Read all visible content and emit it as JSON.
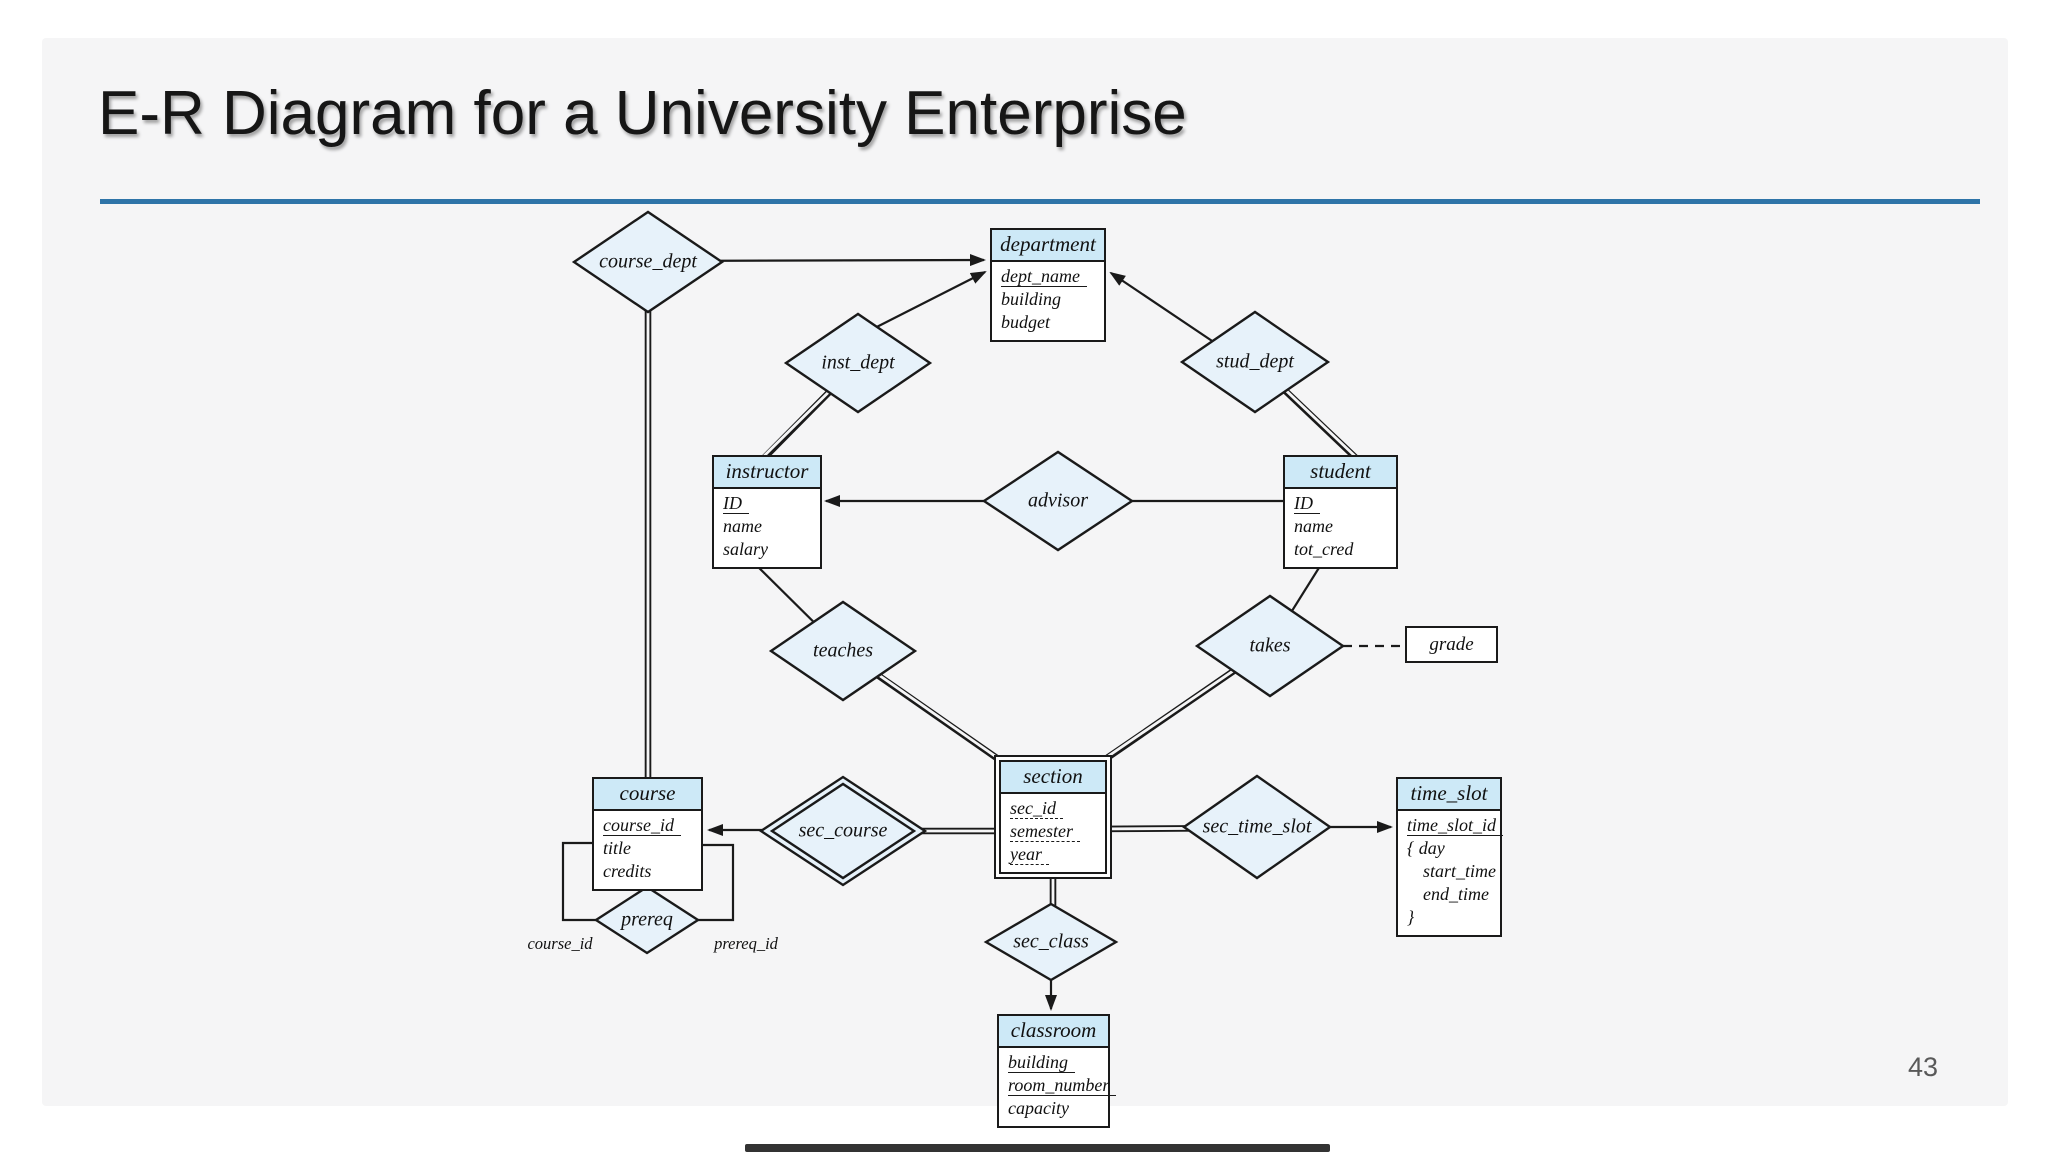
{
  "page": {
    "title": "E-R Diagram for a University Enterprise",
    "page_number": "43"
  },
  "colors": {
    "slide_background": "#f5f5f6",
    "title_rule_blue": "#2e74a8",
    "entity_header_fill": "#cde9f7",
    "diamond_fill": "#e7f2fa",
    "line_color": "#1a1a1a",
    "page_number_gray": "#595959"
  },
  "entities": {
    "department": {
      "label": "department",
      "attributes": [
        {
          "text": "dept_name",
          "underline": "solid"
        },
        {
          "text": "building",
          "underline": "none"
        },
        {
          "text": "budget",
          "underline": "none"
        }
      ]
    },
    "instructor": {
      "label": "instructor",
      "attributes": [
        {
          "text": "ID",
          "underline": "solid"
        },
        {
          "text": "name",
          "underline": "none"
        },
        {
          "text": "salary",
          "underline": "none"
        }
      ]
    },
    "student": {
      "label": "student",
      "attributes": [
        {
          "text": "ID",
          "underline": "solid"
        },
        {
          "text": "name",
          "underline": "none"
        },
        {
          "text": "tot_cred",
          "underline": "none"
        }
      ]
    },
    "course": {
      "label": "course",
      "attributes": [
        {
          "text": "course_id",
          "underline": "solid"
        },
        {
          "text": "title",
          "underline": "none"
        },
        {
          "text": "credits",
          "underline": "none"
        }
      ]
    },
    "section": {
      "label": "section",
      "weak": true,
      "attributes": [
        {
          "text": "sec_id",
          "underline": "dashed"
        },
        {
          "text": "semester",
          "underline": "dashed"
        },
        {
          "text": "year",
          "underline": "dashed"
        }
      ]
    },
    "time_slot": {
      "label": "time_slot",
      "attributes": [
        {
          "text": "time_slot_id",
          "underline": "solid"
        },
        {
          "text": "{ day",
          "underline": "none"
        },
        {
          "text": "start_time",
          "underline": "none"
        },
        {
          "text": "end_time",
          "underline": "none"
        },
        {
          "text": "}",
          "underline": "none"
        }
      ]
    },
    "classroom": {
      "label": "classroom",
      "attributes": [
        {
          "text": "building",
          "underline": "solid"
        },
        {
          "text": "room_number",
          "underline": "solid"
        },
        {
          "text": "capacity",
          "underline": "none"
        }
      ]
    }
  },
  "relationships": {
    "course_dept": {
      "label": "course_dept"
    },
    "inst_dept": {
      "label": "inst_dept"
    },
    "stud_dept": {
      "label": "stud_dept"
    },
    "advisor": {
      "label": "advisor"
    },
    "teaches": {
      "label": "teaches"
    },
    "takes": {
      "label": "takes"
    },
    "sec_course": {
      "label": "sec_course",
      "identifying": true
    },
    "sec_time_slot": {
      "label": "sec_time_slot"
    },
    "sec_class": {
      "label": "sec_class"
    },
    "prereq": {
      "label": "prereq"
    }
  },
  "attribute_boxes": {
    "grade": {
      "label": "grade"
    }
  },
  "edge_labels": {
    "course_id": "course_id",
    "prereq_id": "prereq_id"
  }
}
